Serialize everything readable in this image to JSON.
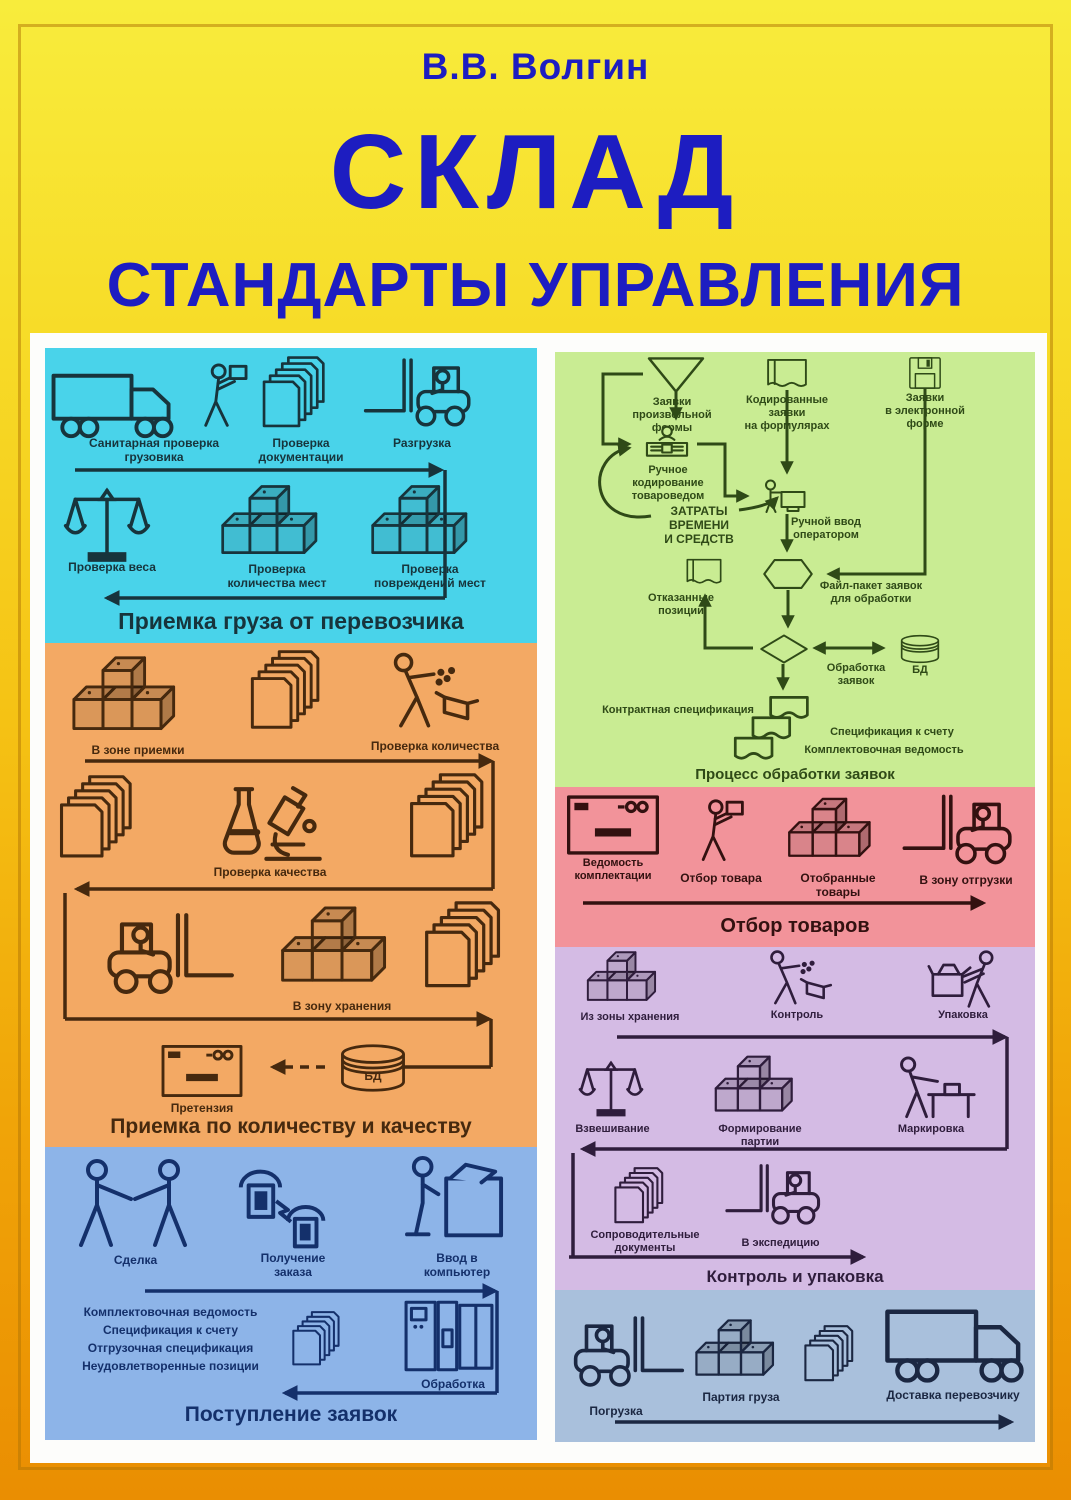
{
  "cover": {
    "author": "В.В. Волгин",
    "title": "СКЛАД",
    "subtitle": "СТАНДАРТЫ УПРАВЛЕНИЯ"
  },
  "colors": {
    "title_text": "#1d1dc1",
    "background_top": "#f8ec3c",
    "background_bottom": "#ea8e02",
    "panel_receiving": "#49d3ea",
    "panel_quantity_quality": "#f3a964",
    "panel_orders": "#8db4e8",
    "panel_processing": "#c9ec93",
    "panel_picking": "#f2939a",
    "panel_control": "#d4bbe4",
    "panel_loading": "#a9c0dc"
  },
  "icons": {
    "truck-icon": "delivery truck",
    "forklift-icon": "forklift",
    "documents-icon": "stack of documents",
    "boxes-icon": "isometric cargo boxes",
    "scales-icon": "balance scales",
    "worker-carrying-icon": "worker carrying a box",
    "worker-checking-icon": "worker checking goods into box",
    "worker-packing-icon": "worker packing an open box",
    "worker-marking-icon": "worker marking box on table",
    "lab-icon": "flask and microscope",
    "sheet-form-icon": "form sheet with stamp",
    "database-icon": "database cylinder",
    "handshake-icon": "two people making a deal",
    "phones-icon": "two telephones with lightning",
    "computer-entry-icon": "operator entering data at computer",
    "computer-cabinet-icon": "computer cabinet",
    "triangle-form-icon": "free-form request triangle",
    "wavy-document-icon": "paper form with wavy edge",
    "floppy-icon": "floppy disk",
    "keyboard-icon": "manual coding keyboard",
    "terminal-icon": "operator terminal",
    "hexagon-node": "file packet node",
    "diamond-node": "decision node",
    "cascade-documents-icon": "cascading documents"
  },
  "panels": {
    "receiving_carrier": {
      "caption": "Приемка груза от перевозчика",
      "labels": {
        "sanitary": "Санитарная проверка\nгрузовика",
        "docs_check": "Проверка\nдокументации",
        "unloading": "Разгрузка",
        "weight": "Проверка веса",
        "qty_places": "Проверка\nколичества мест",
        "damage_places": "Проверка\nповреждений мест"
      }
    },
    "receiving_qq": {
      "caption": "Приемка по количеству и качеству",
      "labels": {
        "in_zone": "В зоне приемки",
        "qty": "Проверка количества",
        "quality": "Проверка качества",
        "to_storage": "В зону хранения",
        "claim": "Претензия",
        "db": "БД"
      }
    },
    "orders_in": {
      "caption": "Поступление заявок",
      "labels": {
        "deal": "Сделка",
        "get_order": "Получение\nзаказа",
        "enter": "Ввод в\nкомпьютер",
        "docs_list": "Комплектовочная ведомость\nСпецификация к счету\nОтгрузочная спецификация\nНеудовлетворенные позиции",
        "processing": "Обработка"
      }
    },
    "order_processing": {
      "caption": "Процесс обработки заявок",
      "labels": {
        "free": "Заявки\nпроизвольной\nформы",
        "coded": "Кодированные\nзаявки\nна формулярах",
        "electronic": "Заявки\nв электронной\nформе",
        "manual_coding": "Ручное\nкодирование\nтовароведом",
        "costs": "ЗАТРАТЫ\nВРЕМЕНИ\nИ СРЕДСТВ",
        "manual_entry": "Ручной ввод\nоператором",
        "rejected": "Отказанные\nпозиции",
        "file_packet": "Файл-пакет заявок\nдля обработки",
        "processing": "Обработка\nзаявок",
        "db": "БД",
        "contract_spec": "Контрактная спецификация",
        "account_spec": "Спецификация к счету",
        "packing_sheet": "Комплектовочная ведомость"
      }
    },
    "picking": {
      "caption": "Отбор товаров",
      "labels": {
        "sheet": "Ведомость\nкомплектации",
        "pick": "Отбор товара",
        "picked": "Отобранные\nтовары",
        "to_ship": "В зону отгрузки"
      }
    },
    "control_packing": {
      "caption": "Контроль и упаковка",
      "labels": {
        "from_storage": "Из зоны хранения",
        "control": "Контроль",
        "packing": "Упаковка",
        "weighing": "Взвешивание",
        "batch": "Формирование\nпартии",
        "marking": "Маркировка",
        "accompanying": "Сопроводительные\nдокументы",
        "to_expedition": "В экспедицию"
      }
    },
    "loading": {
      "labels": {
        "loading": "Погрузка",
        "cargo_batch": "Партия груза",
        "delivery": "Доставка перевозчику"
      }
    }
  }
}
